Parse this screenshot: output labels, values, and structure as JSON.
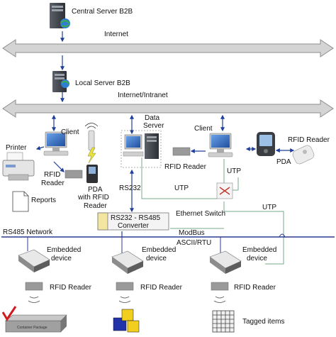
{
  "labels": {
    "central_server": "Central Server B2B",
    "internet": "Internet",
    "local_server": "Local Server B2B",
    "internet_intranet": "Internet/Intranet",
    "printer": "Printer",
    "client_left": "Client",
    "data_server_1": "Data",
    "data_server_2": "Server",
    "client_right": "Client",
    "rfid_reader_top_right": "RFID Reader",
    "rfid_reader_left_1": "RFID",
    "rfid_reader_left_2": "Reader",
    "pda_rfid_1": "PDA",
    "pda_rfid_2": "with RFID",
    "pda_rfid_3": "Reader",
    "rfid_reader_center": "RFID Reader",
    "utp_1": "UTP",
    "utp_2": "UTP",
    "utp_3": "UTP",
    "pda": "PDA",
    "reports": "Reports",
    "rs232": "RS232",
    "converter_1": "RS232 - RS485",
    "converter_2": "Converter",
    "ethernet_switch": "Ethernet Switch",
    "rs485_network": "RS485 Network",
    "modbus_1": "ModBus",
    "modbus_2": "ASCII/RTU",
    "embedded_1a": "Embedded",
    "embedded_1b": "device",
    "embedded_2a": "Embedded",
    "embedded_2b": "device",
    "embedded_3a": "Embedded",
    "embedded_3b": "device",
    "rfid_reader_b1": "RFID Reader",
    "rfid_reader_b2": "RFID Reader",
    "rfid_reader_b3": "RFID Reader",
    "container_package": "Container Package",
    "tagged_items": "Tagged items"
  },
  "colors": {
    "backbone_fill": "#d4d4d4",
    "backbone_stroke": "#8c8c8c",
    "link_blue": "#1f3f9a",
    "utp_green": "#7aa88a",
    "monitor_blue": "#3a6fc4",
    "tower_dark": "#3b3f45",
    "converter_fill": "#f4f4f4",
    "converter_accent": "#f2e6a0"
  }
}
